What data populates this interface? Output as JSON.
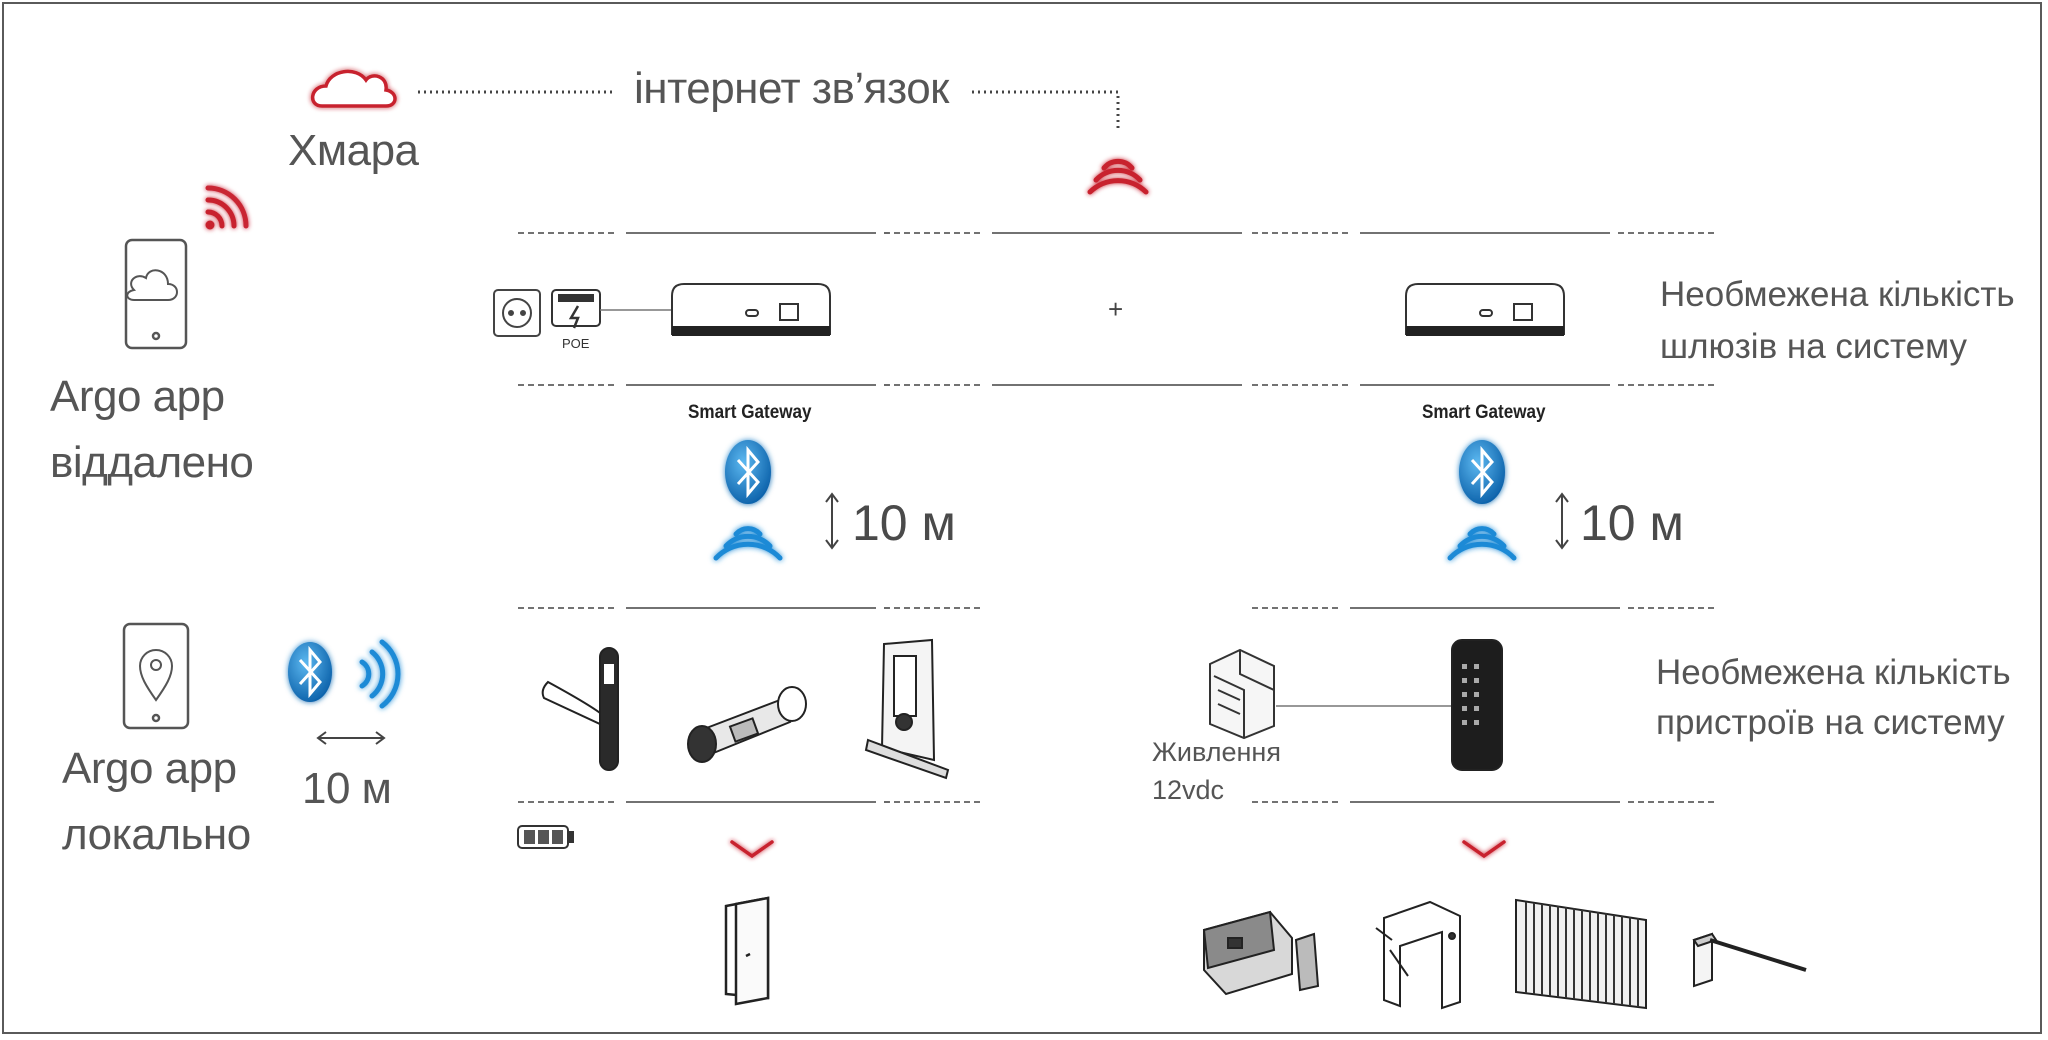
{
  "cloud": {
    "label": "Хмара",
    "connection": "інтернет зв’язок",
    "icon": "cloud-icon"
  },
  "remote_app": {
    "line1": "Argo app",
    "line2": "віддалено"
  },
  "local_app": {
    "line1": "Argo app",
    "line2": "локально",
    "range": "10 м"
  },
  "gateway_row": {
    "power_label": "POE",
    "plus": "+",
    "gateway_label_left": "Smart Gateway",
    "gateway_label_right": "Smart Gateway",
    "note_line1": "Необмежена кількість",
    "note_line2": "шлюзів на систему"
  },
  "bluetooth_range": {
    "left": "10 м",
    "right": "10 м"
  },
  "devices_row": {
    "power_line1": "Живлення",
    "power_line2": "12vdc",
    "note_line1": "Необмежена кількість",
    "note_line2": "пристроїв на систему"
  },
  "colors": {
    "accent_red": "#c8202e",
    "bluetooth_blue": "#1e8ad6",
    "line": "#555555"
  }
}
